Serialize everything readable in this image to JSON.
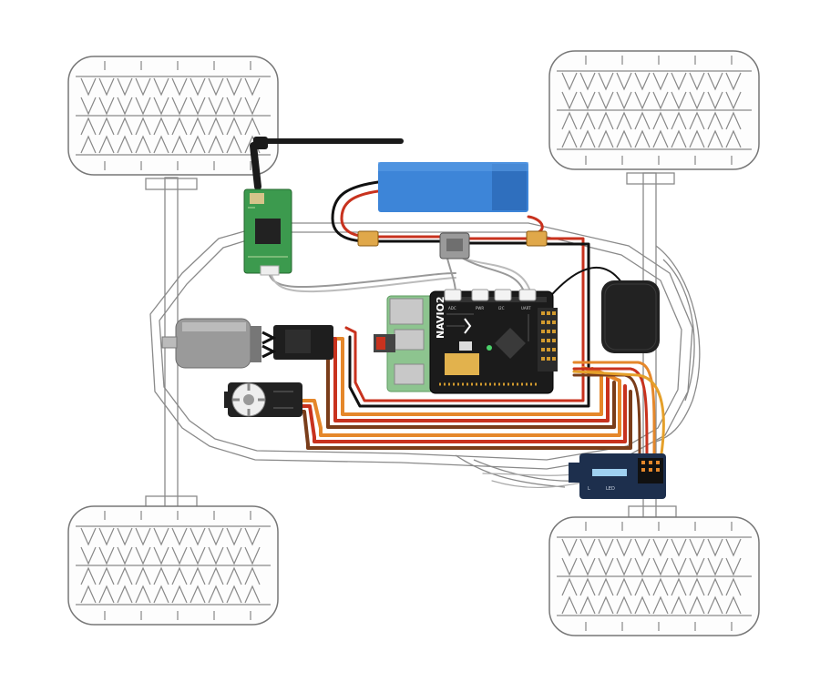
{
  "board": {
    "name": "NAVIO2",
    "ports": [
      "ADC",
      "PWR",
      "I2C",
      "UART"
    ]
  },
  "receiver": {
    "label_top": "L",
    "label_bottom": "LED"
  },
  "colors": {
    "battery": "#3d85d8",
    "pcb_black": "#1b1b1b",
    "rpi_green": "#8dc48f",
    "radio_green": "#3c9a4e",
    "wire_red": "#c8321e",
    "wire_orange": "#e5872a",
    "wire_brown": "#7a3d1a",
    "wire_black": "#111111",
    "receiver_blue": "#1d2f4d",
    "gps_black": "#222222",
    "motor_grey": "#9a9a9a"
  },
  "icons": [
    "tire-icon",
    "antenna-icon",
    "battery-icon",
    "motor-icon",
    "esc-icon",
    "servo-icon",
    "gps-icon",
    "receiver-icon"
  ]
}
